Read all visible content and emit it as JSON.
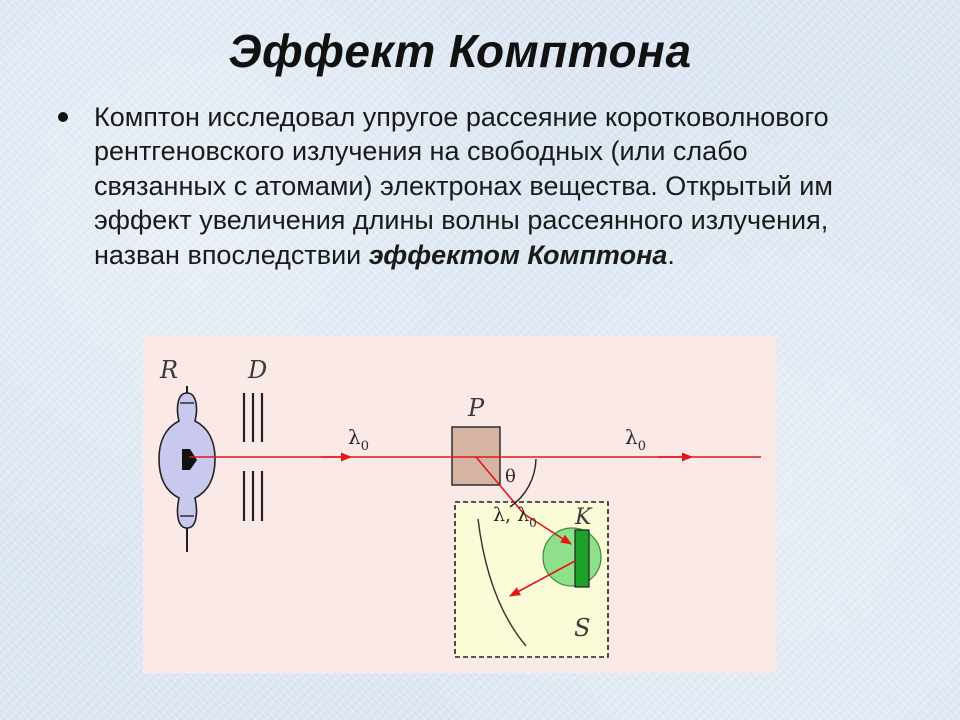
{
  "slide": {
    "title": "Эффект Комптона",
    "bullet": {
      "text_before": "Комптон исследовал упругое рассеяние коротковолнового рентгеновского излучения на свободных (или слабо связанных с атомами) электронах вещества. Открытый им эффект увеличения длины волны рассеянного излучения, назван впоследствии ",
      "emphasis": "эффектом Комптона",
      "text_after": "."
    }
  },
  "diagram": {
    "labels": {
      "source": "R",
      "diaphragm": "D",
      "scatterer": "P",
      "crystal": "K",
      "spectrometer": "S",
      "angle": "θ"
    },
    "wavelengths": {
      "incident_symbol": "λ",
      "incident_subscript": "0",
      "transmitted_symbol": "λ",
      "transmitted_subscript": "0",
      "scattered_main": "λ, λ",
      "scattered_subscript": "0"
    },
    "colors": {
      "beam": "#e01818",
      "panel_bg": "#fae9e6",
      "tube_fill": "#c9c8ef",
      "scatterer_fill": "#d6b4a4",
      "spectrometer_fill": "#fbfbd8",
      "detector_circle": "#8fe08a",
      "crystal_fill": "#1fa02a"
    }
  }
}
